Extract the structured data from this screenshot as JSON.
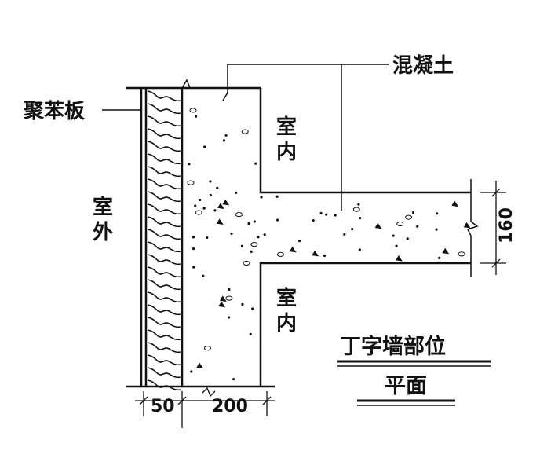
{
  "labels": {
    "concrete": "混凝土",
    "eps_board": "聚苯板",
    "indoor_top_1": "室",
    "indoor_top_2": "内",
    "outdoor_1": "室",
    "outdoor_2": "外",
    "indoor_bottom_1": "室",
    "indoor_bottom_2": "内",
    "title": "丁字墙部位",
    "subtitle": "平面"
  },
  "dimensions": {
    "insulation_thickness": "50",
    "wall_thickness": "200",
    "branch_wall_thickness": "160"
  },
  "colors": {
    "ink": "#111111",
    "paper": "#ffffff"
  }
}
